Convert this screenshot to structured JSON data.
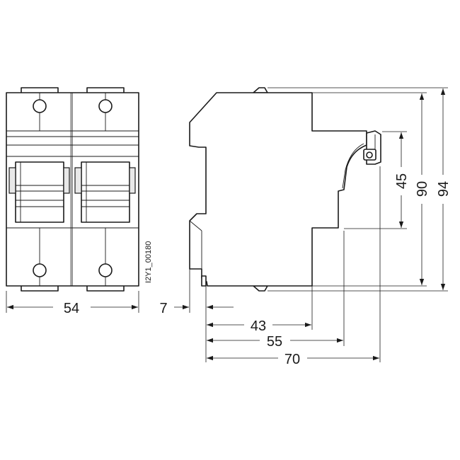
{
  "drawing_code": "I2Y1_00180",
  "dimensions": {
    "front_width": "54",
    "rail_offset": "7",
    "depth_1": "43",
    "depth_2": "55",
    "depth_3": "70",
    "height_1": "45",
    "height_2": "90",
    "height_3": "94"
  }
}
